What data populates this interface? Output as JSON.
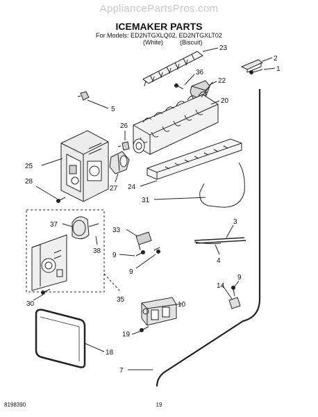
{
  "watermark": "AppliancePartsPros.com",
  "header": {
    "title": "ICEMAKER PARTS",
    "models": "For Models: ED2NTGXLQ02, ED2NTGXLT02",
    "variants": [
      "(White)",
      "(Biscuit)"
    ]
  },
  "callouts": {
    "c1": "1",
    "c2": "2",
    "c3": "3",
    "c4": "4",
    "c5": "5",
    "c7": "7",
    "c9a": "9",
    "c9b": "9",
    "c9c": "9",
    "c10": "10",
    "c14": "14",
    "c18": "18",
    "c19": "19",
    "c20": "20",
    "c22": "22",
    "c23": "23",
    "c24": "24",
    "c25": "25",
    "c26": "26",
    "c27": "27",
    "c28": "28",
    "c30": "30",
    "c31": "31",
    "c33": "33",
    "c35": "35",
    "c36": "36",
    "c37": "37",
    "c38": "38"
  },
  "footer": {
    "doc_number": "8198390",
    "page": "19"
  }
}
